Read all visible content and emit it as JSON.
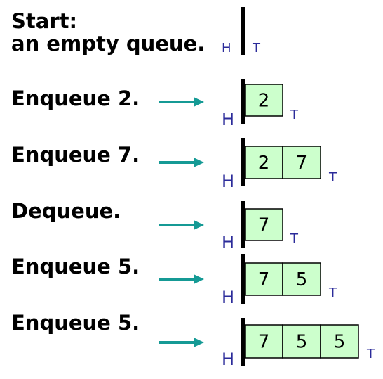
{
  "steps": [
    {
      "label_lines": [
        "Start:",
        "an empty queue."
      ],
      "values": [],
      "head_label": "H",
      "tail_label": "T",
      "arrow": false
    },
    {
      "label_lines": [
        "Enqueue 2."
      ],
      "values": [
        "2"
      ],
      "head_label": "H",
      "tail_label": "T",
      "arrow": true
    },
    {
      "label_lines": [
        "Enqueue 7."
      ],
      "values": [
        "2",
        "7"
      ],
      "head_label": "H",
      "tail_label": "T",
      "arrow": true
    },
    {
      "label_lines": [
        "Dequeue."
      ],
      "values": [
        "7"
      ],
      "head_label": "H",
      "tail_label": "T",
      "arrow": true
    },
    {
      "label_lines": [
        "Enqueue 5."
      ],
      "values": [
        "7",
        "5"
      ],
      "head_label": "H",
      "tail_label": "T",
      "arrow": true
    },
    {
      "label_lines": [
        "Enqueue 5."
      ],
      "values": [
        "7",
        "5",
        "5"
      ],
      "head_label": "H",
      "tail_label": "T",
      "arrow": true
    }
  ],
  "colors": {
    "arrow": "#159a95",
    "cell_fill": "#ccffcc",
    "cell_border": "#000000",
    "bar": "#000000",
    "pointer_text": "#2b2b9a",
    "label_text": "#000000"
  }
}
